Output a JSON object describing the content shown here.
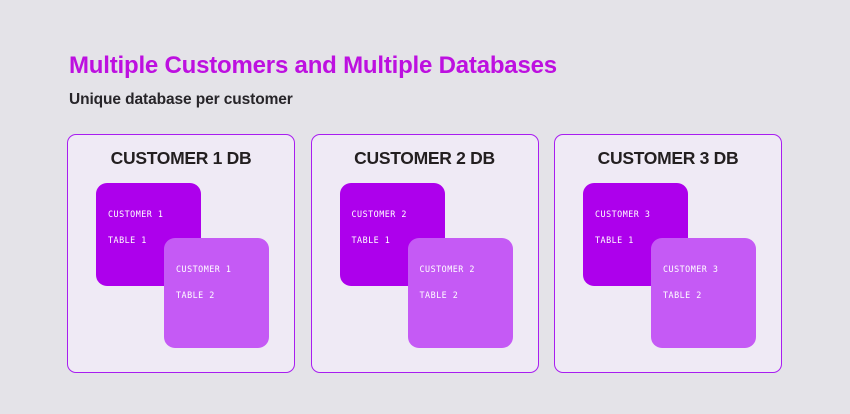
{
  "header": {
    "title": "Multiple Customers and Multiple Databases",
    "subtitle": "Unique database per customer",
    "title_color": "#bd10e0",
    "subtitle_color": "#272529"
  },
  "theme": {
    "page_background": "#e4e3e8",
    "panel_background": "#efeaf5",
    "panel_border": "#a81ef0",
    "card_primary": "#ad00ec",
    "card_secondary": "#c55af5",
    "card_text": "#ffffff",
    "panel_title_color": "#231f20"
  },
  "panels": [
    {
      "title": "CUSTOMER 1 DB",
      "cards": [
        {
          "line1": "CUSTOMER 1",
          "line2": "TABLE 1",
          "variant": "primary"
        },
        {
          "line1": "CUSTOMER 1",
          "line2": "TABLE 2",
          "variant": "secondary"
        }
      ]
    },
    {
      "title": "CUSTOMER 2 DB",
      "cards": [
        {
          "line1": "CUSTOMER 2",
          "line2": "TABLE 1",
          "variant": "primary"
        },
        {
          "line1": "CUSTOMER 2",
          "line2": "TABLE 2",
          "variant": "secondary"
        }
      ]
    },
    {
      "title": "CUSTOMER 3 DB",
      "cards": [
        {
          "line1": "CUSTOMER 3",
          "line2": "TABLE 1",
          "variant": "primary"
        },
        {
          "line1": "CUSTOMER 3",
          "line2": "TABLE 2",
          "variant": "secondary"
        }
      ]
    }
  ]
}
